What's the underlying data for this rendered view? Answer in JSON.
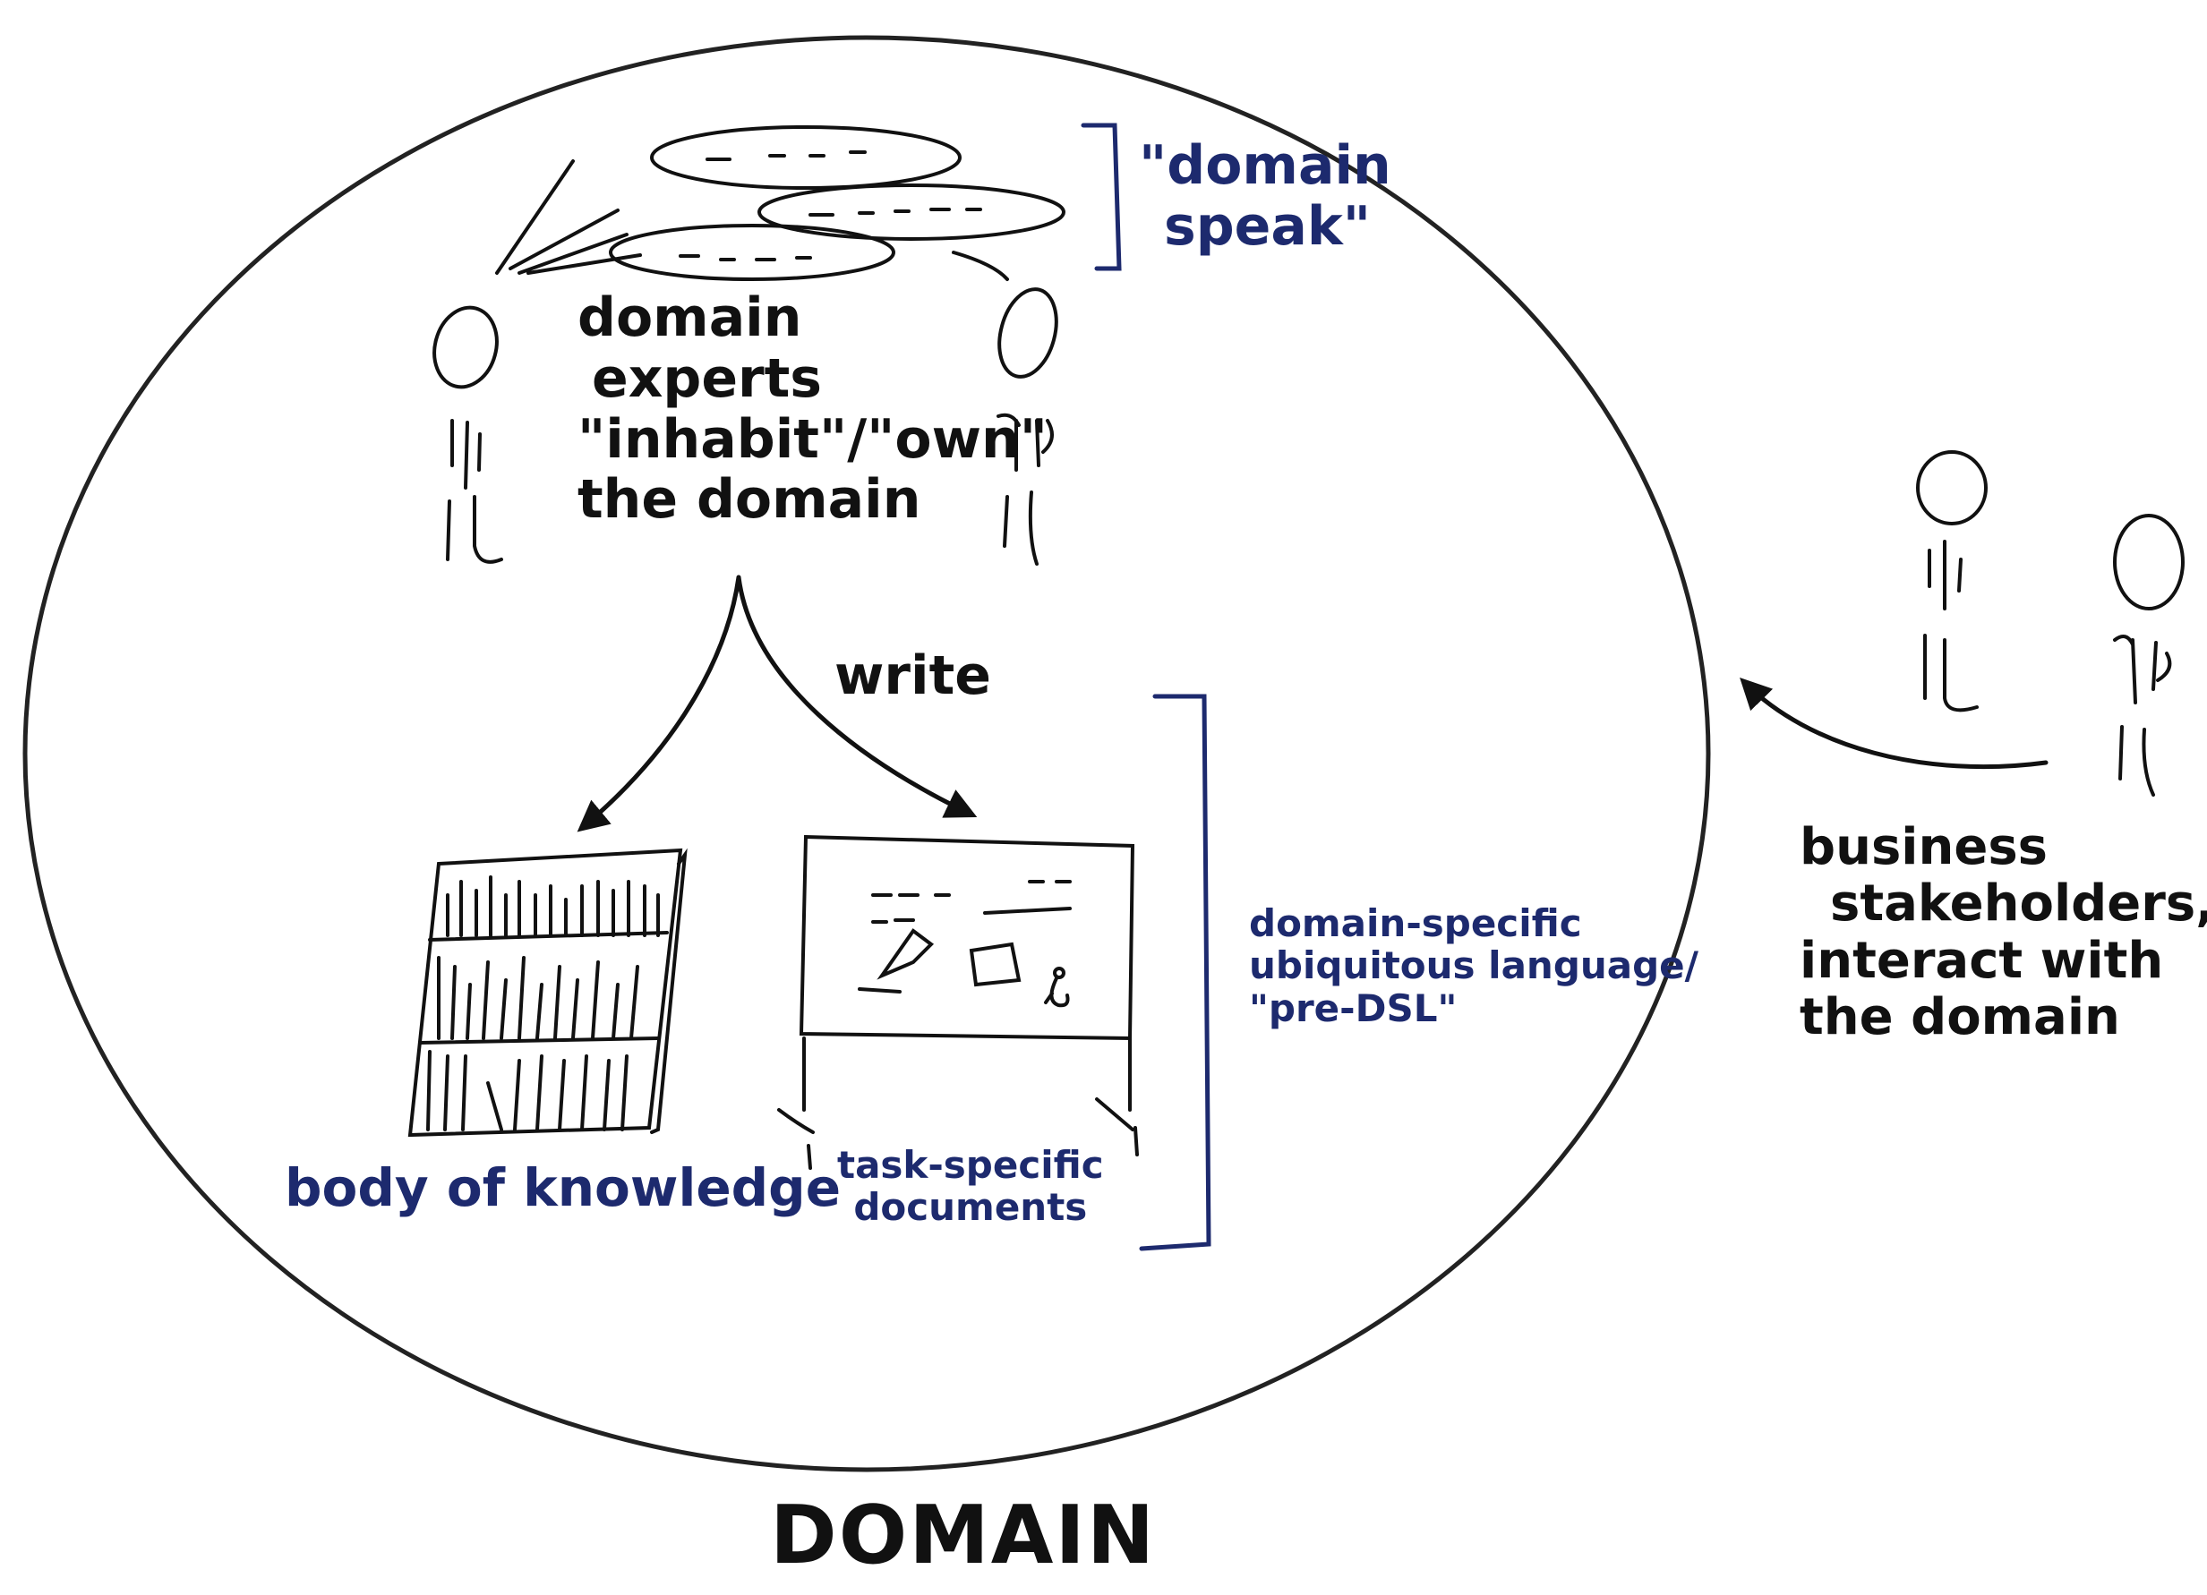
{
  "diagram": {
    "title": "DOMAIN",
    "experts_label": [
      "domain",
      "experts",
      "\"inhabit\"/\"own\"",
      "the domain"
    ],
    "domain_speak_label": [
      "\"domain",
      "speak\""
    ],
    "write_label": "write",
    "body_of_knowledge_label": "body of knowledge",
    "task_documents_label": [
      "task-specific",
      "documents"
    ],
    "dsl_label": [
      "domain-specific",
      "ubiquitous language/",
      "\"pre-DSL\""
    ],
    "stakeholders_label": [
      "business",
      "stakeholders,",
      "interact with",
      "the domain"
    ],
    "colors": {
      "ink": "#111111",
      "accent": "#1d2a6e"
    }
  }
}
